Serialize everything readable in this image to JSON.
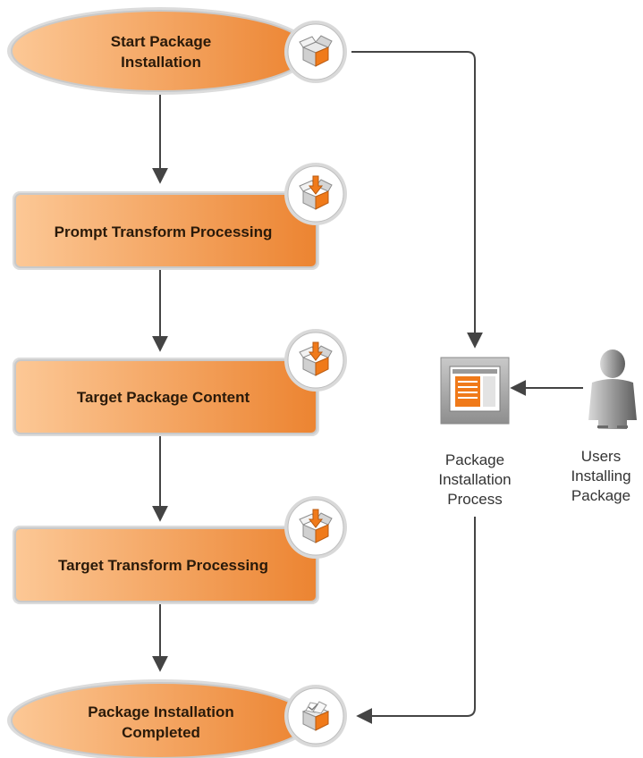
{
  "nodes": {
    "start": {
      "label": "Start Package\nInstallation"
    },
    "prompt_transform": {
      "label": "Prompt Transform Processing"
    },
    "target_content": {
      "label": "Target Package Content"
    },
    "target_transform": {
      "label": "Target Transform Processing"
    },
    "completed": {
      "label": "Package Installation\nCompleted"
    }
  },
  "side": {
    "process": {
      "label": "Package\nInstallation\nProcess",
      "icon": "installation-process-icon"
    },
    "users": {
      "label": "Users\nInstalling\nPackage",
      "icon": "user-icon"
    }
  },
  "icons": {
    "open_box": "open-box-icon",
    "box_arrow_in": "box-arrow-in-icon",
    "box_check": "box-check-icon"
  },
  "colors": {
    "node_fill_light": "#fbc28d",
    "node_fill_dark": "#ee8a37",
    "node_border": "#cccccc",
    "arrow": "#444444",
    "box_orange": "#f07a1a",
    "icon_gray": "#9b9b9b",
    "person_gray": "#7a7a7a"
  }
}
